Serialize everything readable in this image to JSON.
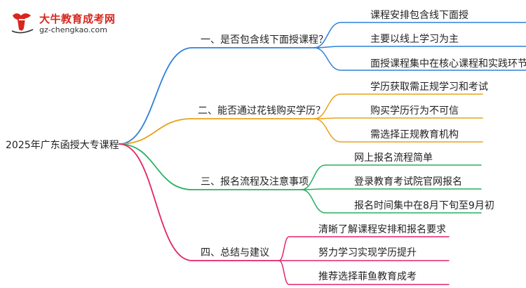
{
  "logo": {
    "name_cn": "大牛教育成考网",
    "url": "gz-chengkao.com",
    "icon": "bull-logo-icon"
  },
  "mindmap": {
    "root": "2025年广东函授大专课程",
    "branches": [
      {
        "label": "一、是否包含线下面授课程？",
        "color": "#2f80d9",
        "children": [
          "课程安排包含线下面授",
          "主要以线上学习为主",
          "面授课程集中在核心课程和实践环节"
        ]
      },
      {
        "label": "二、能否通过花钱购买学历？",
        "color": "#e9a21a",
        "children": [
          "学历获取需正规学习和考试",
          "购买学历行为不可信",
          "需选择正规教育机构"
        ]
      },
      {
        "label": "三、报名流程及注意事项",
        "color": "#27b060",
        "children": [
          "网上报名流程简单",
          "登录教育考试院官网报名",
          "报名时间集中在8月下旬至9月初"
        ]
      },
      {
        "label": "四、总结与建议",
        "color": "#e0246a",
        "children": [
          "清晰了解课程安排和报名要求",
          "努力学习实现学历提升",
          "推荐选择菲鱼教育成考"
        ]
      }
    ]
  }
}
